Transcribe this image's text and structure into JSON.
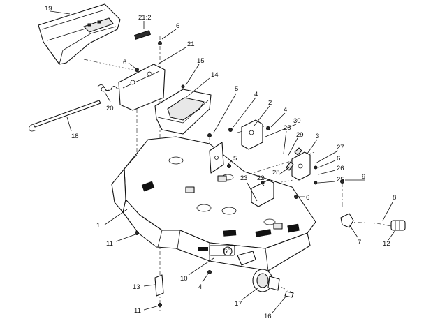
{
  "callouts": [
    {
      "id": "c19",
      "label": "19"
    },
    {
      "id": "c21-2",
      "label": "21:2"
    },
    {
      "id": "c6a",
      "label": "6"
    },
    {
      "id": "c21",
      "label": "21"
    },
    {
      "id": "c6b",
      "label": "6"
    },
    {
      "id": "c15",
      "label": "15"
    },
    {
      "id": "c14",
      "label": "14"
    },
    {
      "id": "c20",
      "label": "20"
    },
    {
      "id": "c18",
      "label": "18"
    },
    {
      "id": "c5a",
      "label": "5"
    },
    {
      "id": "c4a",
      "label": "4"
    },
    {
      "id": "c2",
      "label": "2"
    },
    {
      "id": "c4b",
      "label": "4"
    },
    {
      "id": "c30",
      "label": "30"
    },
    {
      "id": "c25a",
      "label": "25"
    },
    {
      "id": "c29",
      "label": "29"
    },
    {
      "id": "c3",
      "label": "3"
    },
    {
      "id": "c27",
      "label": "27"
    },
    {
      "id": "c6c",
      "label": "6"
    },
    {
      "id": "c26",
      "label": "26"
    },
    {
      "id": "c25b",
      "label": "25"
    },
    {
      "id": "c5b",
      "label": "5"
    },
    {
      "id": "c28",
      "label": "28"
    },
    {
      "id": "c23",
      "label": "23"
    },
    {
      "id": "c22",
      "label": "22"
    },
    {
      "id": "c6d",
      "label": "6"
    },
    {
      "id": "c9",
      "label": "9"
    },
    {
      "id": "c8",
      "label": "8"
    },
    {
      "id": "c1",
      "label": "1"
    },
    {
      "id": "c11a",
      "label": "11"
    },
    {
      "id": "c7",
      "label": "7"
    },
    {
      "id": "c12",
      "label": "12"
    },
    {
      "id": "c10",
      "label": "10"
    },
    {
      "id": "c4c",
      "label": "4"
    },
    {
      "id": "c13",
      "label": "13"
    },
    {
      "id": "c17",
      "label": "17"
    },
    {
      "id": "c11b",
      "label": "11"
    },
    {
      "id": "c16",
      "label": "16"
    }
  ],
  "deck_badge": "60"
}
